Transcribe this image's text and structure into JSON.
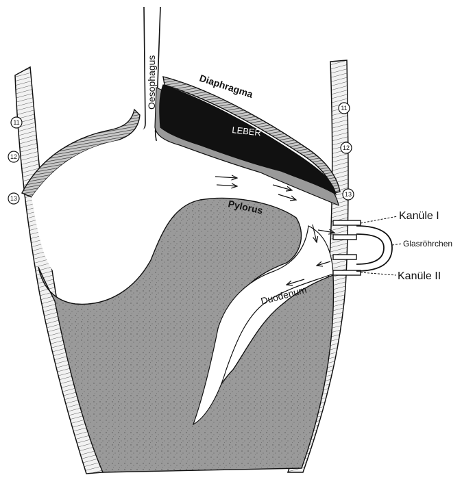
{
  "figure": {
    "labels": {
      "oesophagus": "Oesophagus",
      "diaphragma": "Diaphragma",
      "leber": "LEBER",
      "pylorus": "Pylorus",
      "duodenum": "Duodenum",
      "kanuele_1": "Kanüle I",
      "glasroehrchen": "Glasröhrchen",
      "kanuele_2": "Kanüle II"
    },
    "ribs_left": [
      "11",
      "12",
      "13"
    ],
    "ribs_right": [
      "11",
      "12",
      "13"
    ],
    "colors": {
      "tissue_fill": "#9a9a9a",
      "liver_fill": "#111111",
      "line": "#111111",
      "background": "#ffffff"
    }
  }
}
